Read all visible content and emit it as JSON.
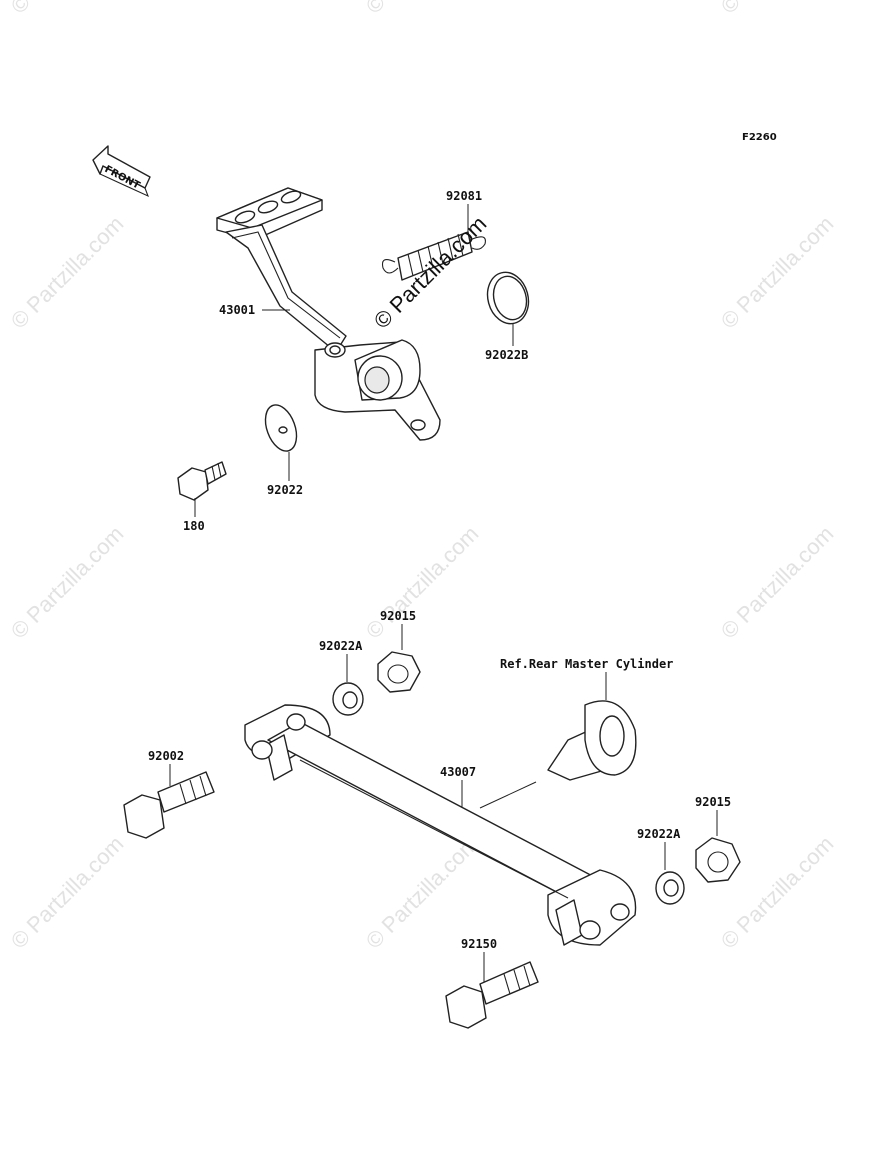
{
  "figure": {
    "code": "F2260"
  },
  "front_arrow": {
    "label": "FRONT"
  },
  "callouts": {
    "c43001": "43001",
    "c92081": "92081",
    "c92022B": "92022B",
    "c92022": "92022",
    "c180": "180",
    "c92015_top": "92015",
    "c92022A_top": "92022A",
    "ref_master": "Ref.Rear Master Cylinder",
    "c92002": "92002",
    "c43007": "43007",
    "c92015_right": "92015",
    "c92022A_right": "92022A",
    "c92150": "92150"
  },
  "watermark": {
    "text": "© Partzilla.com"
  }
}
